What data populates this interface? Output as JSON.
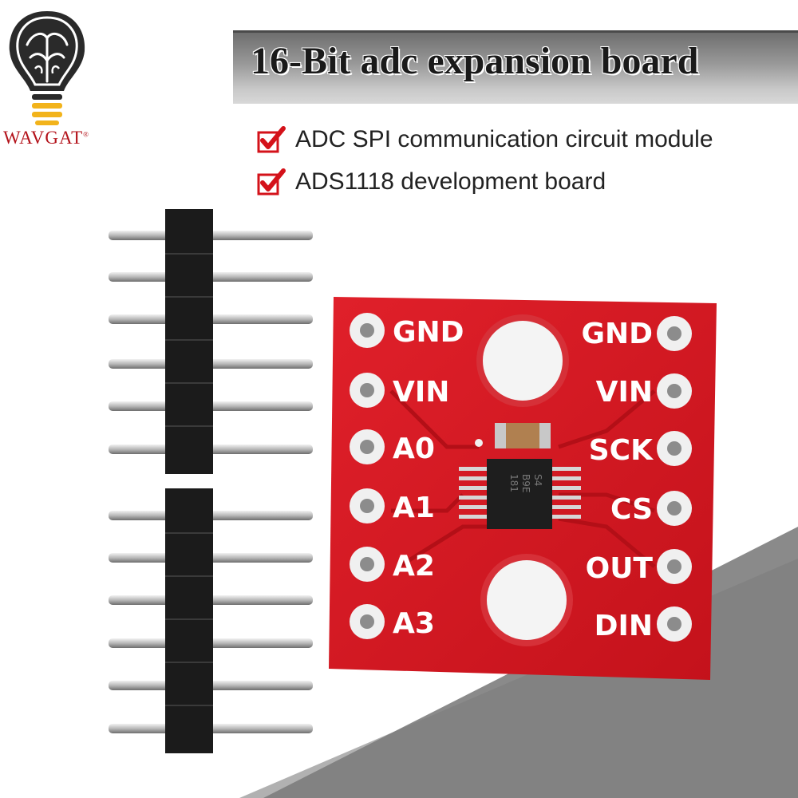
{
  "brand": {
    "name": "WAVGAT",
    "registered_mark": "®"
  },
  "banner": {
    "title": "16-Bit adc expansion board"
  },
  "features": [
    {
      "text": "ADC SPI communication circuit module",
      "icon": "check-icon"
    },
    {
      "text": "ADS1118 development board",
      "icon": "check-icon"
    }
  ],
  "board": {
    "left_pins": [
      "GND",
      "VIN",
      "A0",
      "A1",
      "A2",
      "A3"
    ],
    "right_pins": [
      "GND",
      "VIN",
      "SCK",
      "CS",
      "OUT",
      "DIN"
    ],
    "chip_marking": [
      "S4",
      "B9E",
      "181"
    ]
  },
  "colors": {
    "pcb": "#d8161e",
    "brand": "#b3121a",
    "check": "#d4121a",
    "banner": "#9a9a9a"
  }
}
